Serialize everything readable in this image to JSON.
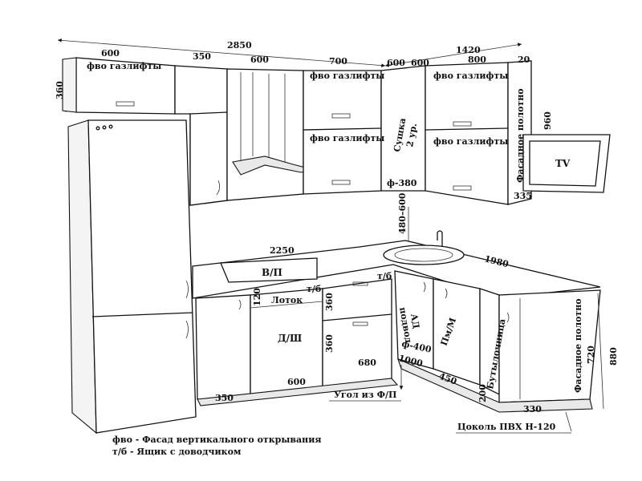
{
  "dimensions": {
    "overall_width": "2850",
    "right_width": "1420",
    "w600_a": "600",
    "w350_top": "350",
    "w600_hood": "600",
    "w700": "700",
    "w600_corner": "600",
    "w600_right": "600",
    "w800": "800",
    "w20": "20",
    "h360": "360",
    "h960": "960",
    "d335": "335",
    "h480_600": "480–600",
    "counter_left": "2250",
    "counter_right": "1980",
    "lower_350": "350",
    "lower_600": "600",
    "lower_680": "680",
    "lower_1000": "1000",
    "lower_450": "450",
    "lower_200": "200",
    "lower_330": "330",
    "h720": "720",
    "h880": "880",
    "h120": "120",
    "drawer_360_a": "360",
    "drawer_360_b": "360"
  },
  "labels": {
    "gaslift_1": "фво газлифты",
    "gaslift_2": "фво газлифты",
    "gaslift_3": "фво газлифты",
    "gaslift_4": "фво газлифты",
    "gaslift_5": "фво газлифты",
    "dryer_line1": "Сушка",
    "dryer_line2": "2 ур.",
    "f380": "ф-380",
    "facade_panel_top": "Фасадное полотно",
    "tv": "TV",
    "hob": "В/П",
    "tray": "Лоток",
    "tb_1": "т/б",
    "tb_2": "т/б",
    "dishwasher": "Д/Ш",
    "ad_line1": "АД",
    "ad_line2": "подвод",
    "f400": "ф-400",
    "pmm": "Пм/М",
    "bottle": "Бутылочница",
    "facade_panel_bottom": "Фасадное полотно",
    "corner_note": "Угол из Ф/П",
    "plinth_note": "Цоколь ПВХ Н-120"
  },
  "legend": {
    "line1": "фво - Фасад вертикального открывания",
    "line2": "т/б - Ящик с доводчиком"
  }
}
